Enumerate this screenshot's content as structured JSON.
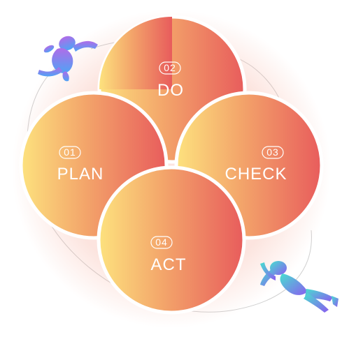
{
  "diagram": {
    "steps": [
      {
        "number": "01",
        "label": "PLAN"
      },
      {
        "number": "02",
        "label": "DO"
      },
      {
        "number": "03",
        "label": "CHECK"
      },
      {
        "number": "04",
        "label": "ACT"
      }
    ],
    "colors": {
      "gradient_start": "#fde27e",
      "gradient_mid": "#f3a46a",
      "gradient_end": "#e85c5c",
      "orbit_line": "#cfcfcf",
      "figure_top_a": "#b06ce8",
      "figure_top_b": "#4fa3f5",
      "figure_bottom_a": "#47e0d0",
      "figure_bottom_b": "#8a5cf0"
    },
    "icons": [
      "floating-person-top-left",
      "floating-person-bottom-right"
    ]
  }
}
